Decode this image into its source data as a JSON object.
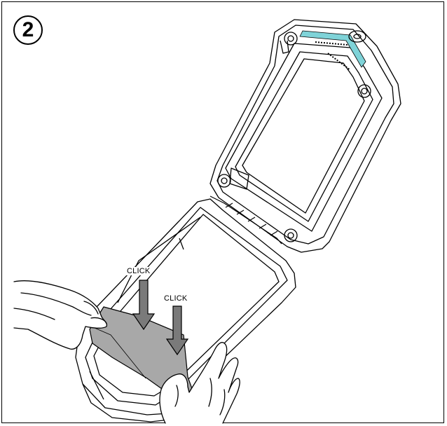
{
  "step": {
    "number": "2"
  },
  "labels": {
    "click_1": "CLICK",
    "click_2": "CLICK"
  },
  "colors": {
    "line": "#000000",
    "panel_fill": "#a8a8a8",
    "arrow_fill": "#7a7a7a",
    "hinge_accent": "#7fd3d8",
    "background": "#ffffff"
  },
  "icons": {
    "arrow": "down-arrow-icon",
    "hand": "hand-illustration"
  }
}
